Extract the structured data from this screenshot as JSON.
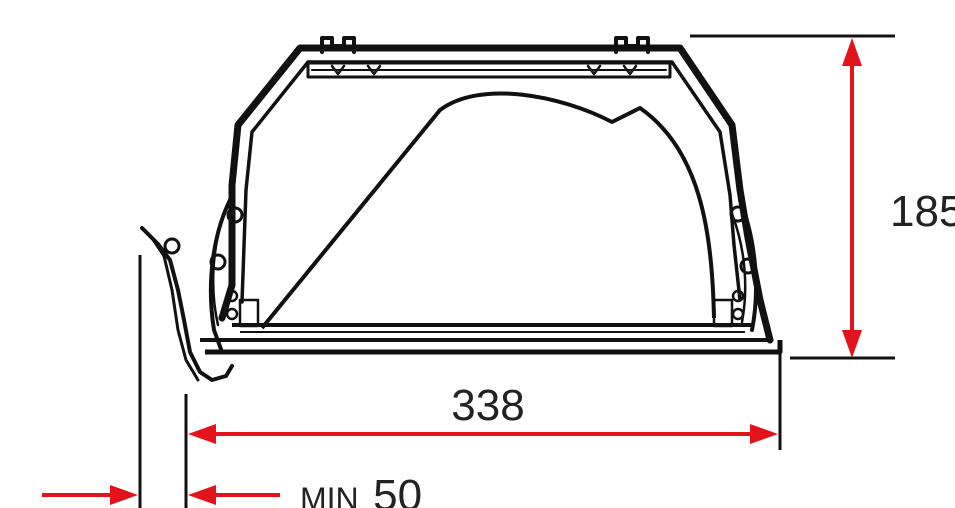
{
  "dimensions": {
    "width_value": "338",
    "height_value": "185",
    "min_gap_prefix": "MIN",
    "min_gap_value": "50"
  },
  "colors": {
    "outline": "#111111",
    "dimension_red": "#e3131b",
    "text": "#222222",
    "background": "#ffffff"
  },
  "icons": [
    "awning-cassette-cross-section",
    "fabric-roll",
    "bracket-arm",
    "dimension-arrow"
  ]
}
